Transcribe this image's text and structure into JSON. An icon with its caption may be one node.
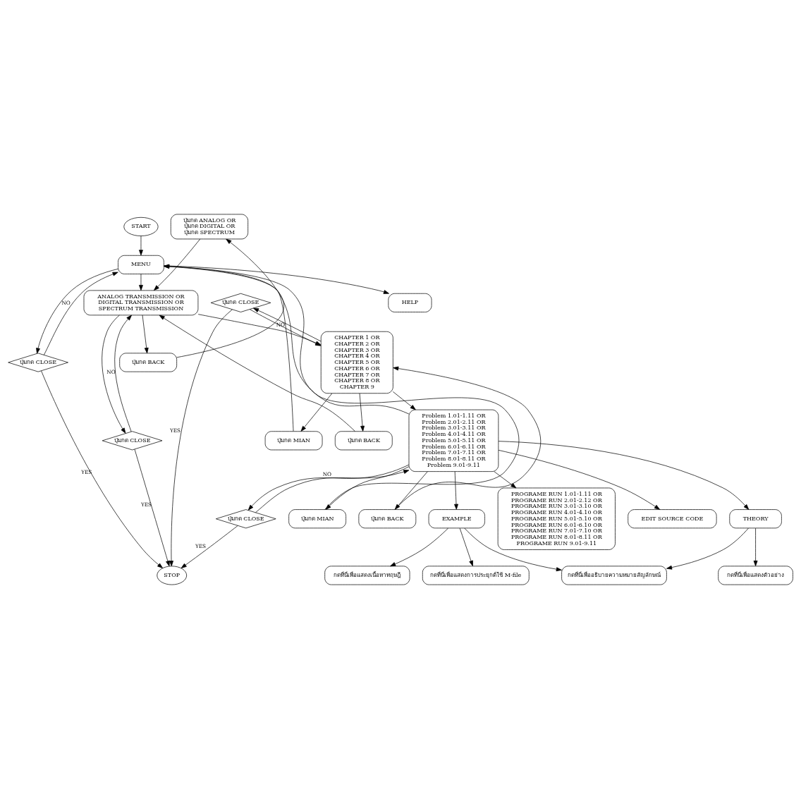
{
  "diagram": {
    "nodes": [
      {
        "text": [
          "START"
        ]
      },
      {
        "text": [
          "MENU"
        ]
      },
      {
        "text": [
          "ANALOG TRANSMISSION OR DIGITAL TRANSMISSION OR SPECTRUM TRANSMISSION"
        ]
      },
      {
        "text": [
          "ปุ่มกด CLOSE"
        ]
      },
      {
        "text": [
          "ปุ่มกด CLOSE"
        ]
      },
      {
        "text": [
          "ปุ่มกด CLOSE"
        ]
      },
      {
        "text": [
          "CHAPTER 1 OR CHAPTER 2 OR CHAPTER 3 OR CHAPTER 4 OR CHAPTER 5 OR CHAPTER 6 OR CHAPTER 7 OR CHAPTER 8 OR CHAPTER 9"
        ]
      },
      {
        "text": [
          "ปุ่มกด BACK"
        ]
      },
      {
        "text": [
          "ปุ่มกด MIAN"
        ]
      },
      {
        "text": [
          "ปุ่มกด BACK"
        ]
      },
      {
        "text": [
          "ปุ่มกด ANALOG OR ปุ่มกด DIGITAL OR ปุ่มกด SPECTRUM"
        ]
      },
      {
        "text": [
          "Problem 1.01-1.11 OR Problem 2.01-2.11 OR Problem 3.01-3.11 OR Problem 4.01-4.11 OR Problem 5.01-5.11 OR Problem 6.01-6.11 OR Problem 7.01-7.11 OR Problem 8.01-8.11 OR Problem 9.01-9.11"
        ]
      },
      {
        "text": [
          "ปุ่มกด MIAN"
        ]
      },
      {
        "text": [
          "ปุ่มกด BACK"
        ]
      },
      {
        "text": [
          "ปุ่มกด CLOSE"
        ]
      },
      {
        "text": [
          "THEORY"
        ]
      },
      {
        "text": [
          "EXAMPLE"
        ]
      },
      {
        "text": [
          "PROGRAME RUN 1.01-1.11 OR PROGRAME RUN 2.01-2.12 OR PROGRAME RUN 3.01-3.10 OR PROGRAME RUN 4.01-4.10 OR PROGRAME RUN 5.01-5.10 OR PROGRAME RUN 6.01-6.10 OR PROGRAME RUN 7.01-7.10 OR PROGRAME RUN 8.01-8.11 OR PROGRAME RUN 9.01-9.11"
        ]
      },
      {
        "text": [
          "กดที่นี่เพื่ออธิบายความหมายสัญลักษณ์"
        ]
      },
      {
        "text": [
          "กดที่นี่เพื่อแสดงการประยุกต์ใช้ M-file"
        ]
      },
      {
        "text": [
          "กดที่นี่เพื่อแสดงตัวอย่าง"
        ]
      },
      {
        "text": [
          "กดที่นี่เพื่อแสดงเนื้อหาทฤษฎี"
        ]
      },
      {
        "text": [
          "HELP"
        ]
      },
      {
        "text": [
          "EDIT SOURCE CODE"
        ]
      },
      {
        "text": [
          "STOP"
        ]
      }
    ],
    "edges": [
      {
        "from": 0,
        "to": 1,
        "arrow": "to"
      },
      {
        "from": 1,
        "to": 2,
        "arrow": "to"
      },
      {
        "from": 1,
        "to": 3,
        "arrow": "to"
      },
      {
        "from": 1,
        "to": 22,
        "arrow": "to"
      },
      {
        "from": 3,
        "to": 1,
        "arrow": "to",
        "label": "NO"
      },
      {
        "from": 3,
        "to": 24,
        "arrow": "to",
        "label": "YES"
      },
      {
        "from": 2,
        "to": 4,
        "arrow": "to"
      },
      {
        "from": 2,
        "to": 6,
        "arrow": "to"
      },
      {
        "from": 2,
        "to": 7,
        "arrow": "to"
      },
      {
        "from": 4,
        "to": 2,
        "arrow": "to",
        "label": "NO"
      },
      {
        "from": 4,
        "to": 24,
        "arrow": "to",
        "label": "YES"
      },
      {
        "from": 5,
        "to": 6,
        "arrow": "to",
        "label": "NO"
      },
      {
        "from": 5,
        "to": 24,
        "arrow": "to",
        "label": "YES"
      },
      {
        "from": 6,
        "to": 5,
        "arrow": "to"
      },
      {
        "from": 6,
        "to": 8,
        "arrow": "to"
      },
      {
        "from": 7,
        "to": 1,
        "arrow": "to"
      },
      {
        "from": 8,
        "to": 1,
        "arrow": "to"
      },
      {
        "from": 6,
        "to": 9,
        "arrow": "to"
      },
      {
        "from": 9,
        "to": 2,
        "arrow": "to"
      },
      {
        "from": 10,
        "to": 2,
        "arrow": "to"
      },
      {
        "from": 6,
        "to": 11,
        "arrow": "to"
      },
      {
        "from": 14,
        "to": 11,
        "arrow": "to",
        "label": "NO"
      },
      {
        "from": 11,
        "to": 10,
        "arrow": "to"
      },
      {
        "from": 11,
        "to": 12,
        "arrow": "to"
      },
      {
        "from": 11,
        "to": 13,
        "arrow": "to"
      },
      {
        "from": 11,
        "to": 14,
        "arrow": "to"
      },
      {
        "from": 12,
        "to": 1,
        "arrow": "to"
      },
      {
        "from": 13,
        "to": 6,
        "arrow": "to"
      },
      {
        "from": 14,
        "to": 24,
        "arrow": "to",
        "label": "YES"
      },
      {
        "from": 11,
        "to": 23,
        "arrow": "to"
      },
      {
        "from": 11,
        "to": 15,
        "arrow": "to"
      },
      {
        "from": 11,
        "to": 16,
        "arrow": "to"
      },
      {
        "from": 11,
        "to": 17,
        "arrow": "to"
      },
      {
        "from": 15,
        "to": 18,
        "arrow": "to"
      },
      {
        "from": 15,
        "to": 20,
        "arrow": "to"
      },
      {
        "from": 16,
        "to": 18,
        "arrow": "to"
      },
      {
        "from": 16,
        "to": 19,
        "arrow": "to"
      },
      {
        "from": 16,
        "to": 21,
        "arrow": "to"
      }
    ]
  }
}
